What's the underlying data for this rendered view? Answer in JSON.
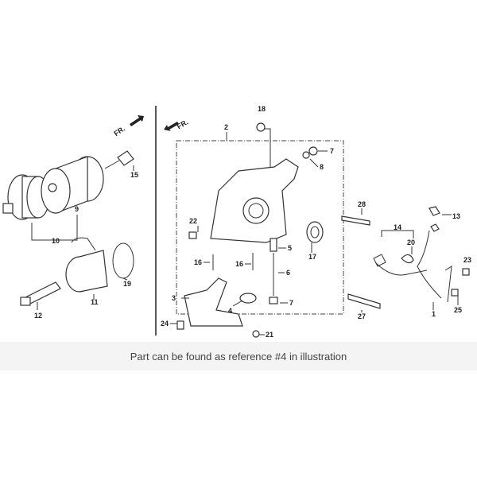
{
  "diagram": {
    "direction_labels": [
      "FR.",
      "FR."
    ],
    "callouts": [
      "18",
      "2",
      "7",
      "8",
      "15",
      "9",
      "10",
      "22",
      "28",
      "13",
      "14",
      "20",
      "23",
      "16",
      "16",
      "5",
      "17",
      "6",
      "19",
      "11",
      "12",
      "3",
      "4",
      "7",
      "27",
      "1",
      "25",
      "24",
      "21"
    ]
  },
  "caption": "Part can be found as reference #4 in illustration"
}
